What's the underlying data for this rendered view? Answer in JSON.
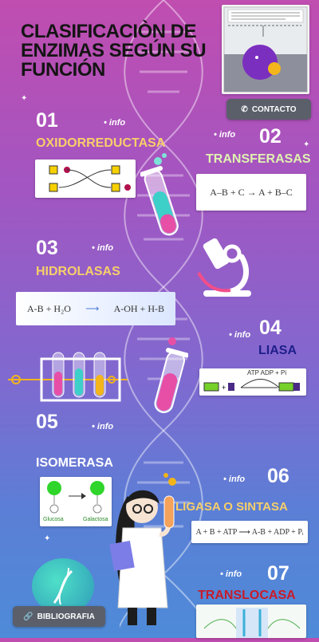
{
  "title": "CLASIFICACIÒN DE ENZIMAS SEGÚN SU FUNCIÓN",
  "buttons": {
    "contact": "CONTACTO",
    "bibliography": "BIBLIOGRAFIA"
  },
  "info_label": "info",
  "sections": [
    {
      "num": "01",
      "name": "OXIDORREDUCTASA"
    },
    {
      "num": "02",
      "name": "TRANSFERASAS"
    },
    {
      "num": "03",
      "name": "HIDROLASAS"
    },
    {
      "num": "04",
      "name": "LIASA"
    },
    {
      "num": "05",
      "name": "ISOMERASA"
    },
    {
      "num": "06",
      "name": "LIGASA O SINTASA"
    },
    {
      "num": "07",
      "name": "TRANSLOCASA"
    }
  ],
  "equations": {
    "transferasa": "A–B + C → A + B–C",
    "hidrolasa_left": "A-B + H₂O",
    "hidrolasa_right": "A-OH + H-B",
    "liasa_top": "ATP ADP + Pi",
    "ligasa": "A + B + ATP ⟶ A-B + ADP + Pᵢ"
  },
  "isomerasa_labels": {
    "left": "Glucosa",
    "right": "Galactosa"
  },
  "colors": {
    "bg_top": "#c04db0",
    "bg_bottom": "#4e8bd8",
    "accent_yellow": "#f7cf6a",
    "accent_red": "#c81c2a",
    "accent_navy": "#1f1e8a"
  }
}
